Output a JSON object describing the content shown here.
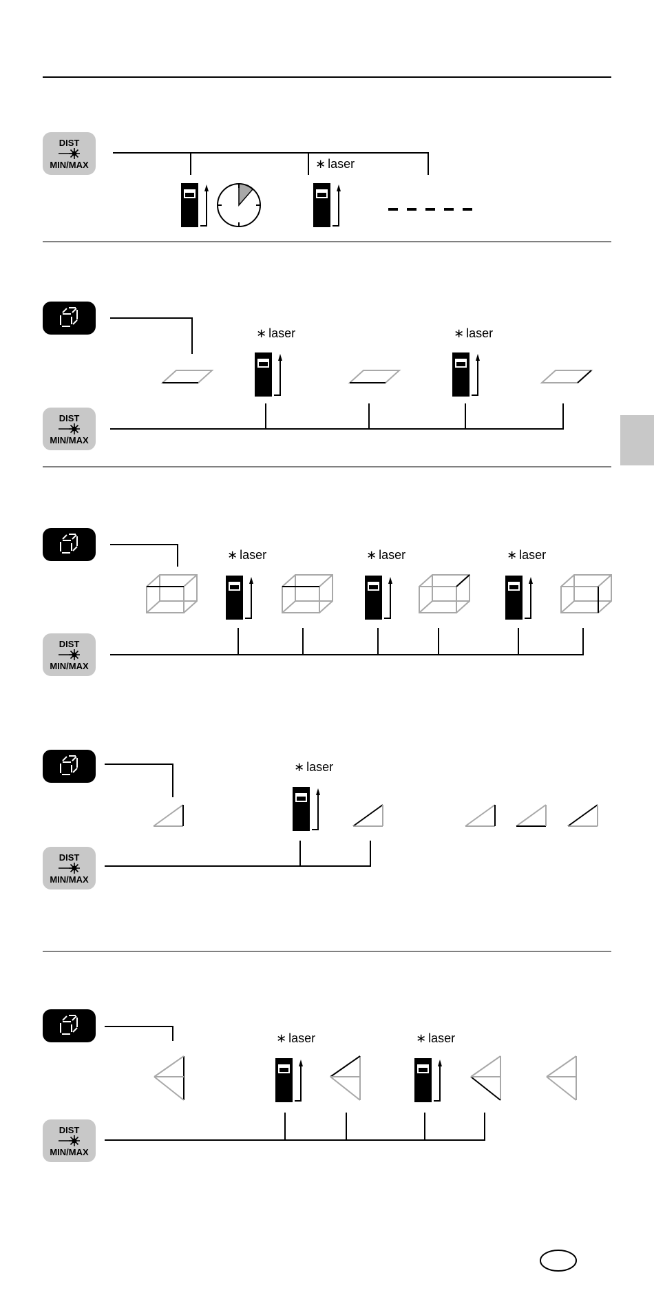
{
  "buttons": {
    "dist_top": "DIST",
    "dist_bottom": "MIN/MAX",
    "mode_icon": "area-volume-mode-icon",
    "dist_icon": "laser-burst-icon"
  },
  "laser_label": "laser",
  "laser_star": "∗",
  "colors": {
    "ink": "#000000",
    "button_grey": "#c8c8c8",
    "button_black": "#000000",
    "shape_grey": "#a8a8a8",
    "tab_grey": "#c8c8c8"
  }
}
